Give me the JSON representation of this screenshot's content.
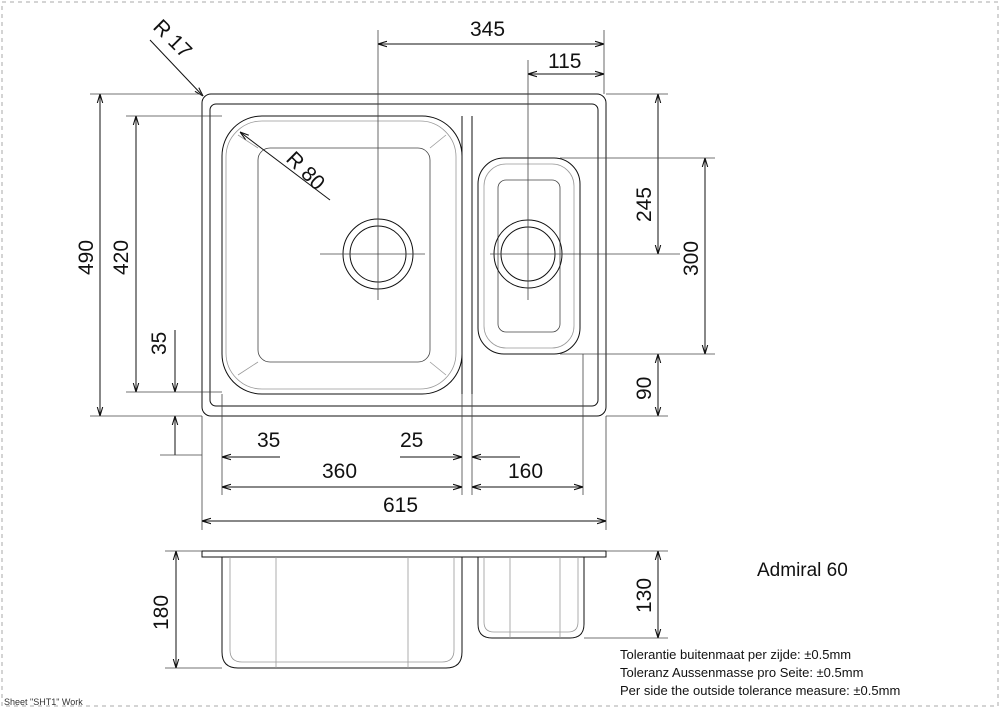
{
  "model_name": "Admiral 60",
  "tolerances": [
    "Tolerantie buitenmaat per zijde: ±0.5mm",
    "Toleranz Aussenmasse pro Seite: ±0.5mm",
    "Per side the outside tolerance measure: ±0.5mm"
  ],
  "sheet_label": "Sheet \"SHT1\" Work",
  "dimensions": {
    "corner_radius": "R 17",
    "bowl_radius": "R 80",
    "top_distance": "345",
    "top_small": "115",
    "overall_height": "490",
    "bowl_height": "420",
    "left_bottom_offset": "35",
    "small_bowl_offset": "245",
    "small_bowl_height": "300",
    "bottom_offset": "90",
    "left_margin": "35",
    "divider_gap": "25",
    "main_bowl_width": "360",
    "small_bowl_width": "160",
    "overall_width": "615",
    "main_depth": "180",
    "small_depth": "130"
  }
}
